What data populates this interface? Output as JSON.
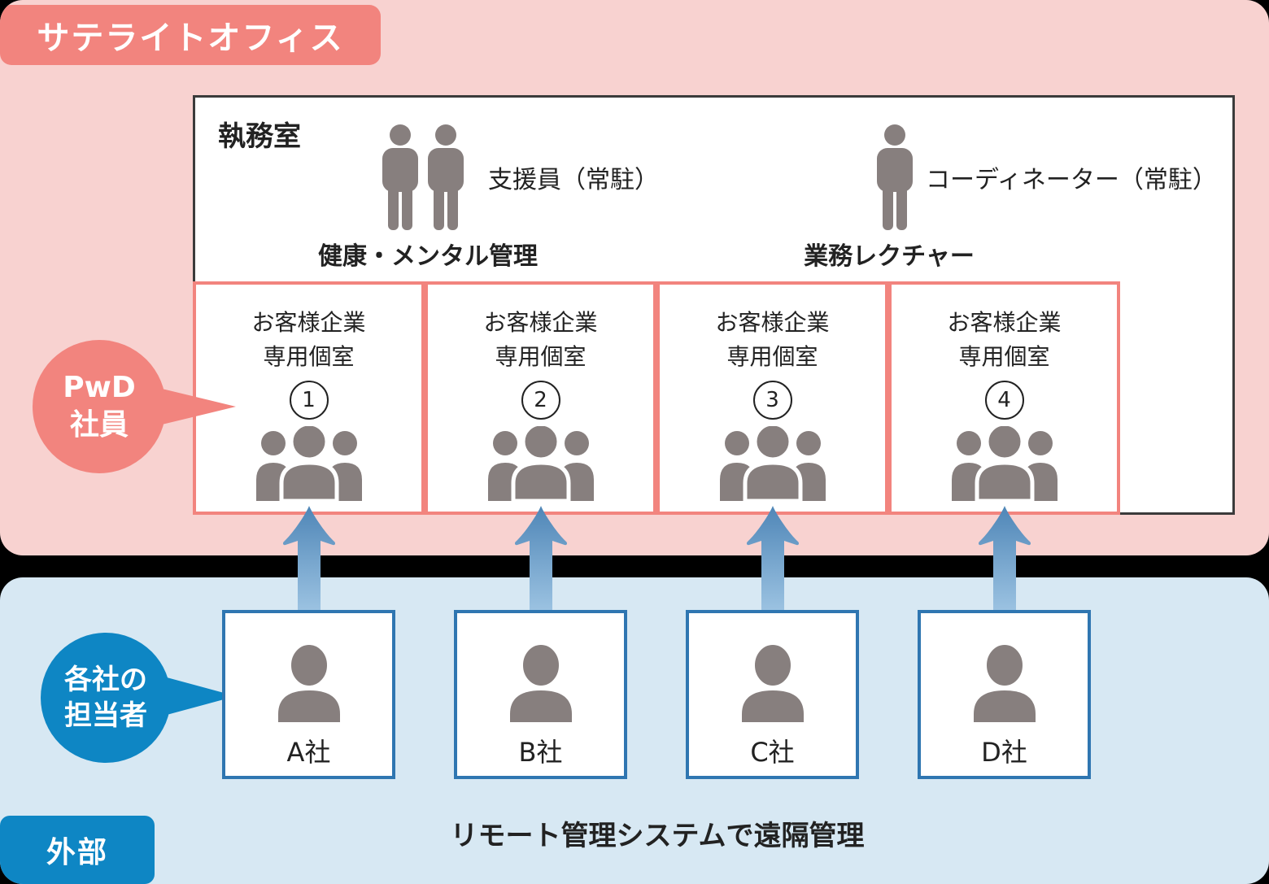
{
  "colors": {
    "page_bg": "#000000",
    "satellite_zone_bg": "#F8D2D0",
    "accent_pink": "#F2847E",
    "external_zone_bg": "#D7E8F3",
    "accent_blue": "#0E86C4",
    "company_border_blue": "#2F76B1",
    "arrow_gradient_top": "#4F86B7",
    "arrow_gradient_bottom": "#9CC3E2",
    "icon_gray": "#877F7E",
    "office_border": "#3B3B3B",
    "text": "#222222"
  },
  "satellite": {
    "badge_label": "サテライトオフィス",
    "office": {
      "title": "執務室",
      "support_label": "支援員（常駐）",
      "support_caption": "健康・メンタル管理",
      "coordinator_label": "コーディネーター（常駐）",
      "coordinator_caption": "業務レクチャー"
    },
    "rooms": [
      {
        "line1": "お客様企業",
        "line2": "専用個室",
        "number": "1"
      },
      {
        "line1": "お客様企業",
        "line2": "専用個室",
        "number": "2"
      },
      {
        "line1": "お客様企業",
        "line2": "専用個室",
        "number": "3"
      },
      {
        "line1": "お客様企業",
        "line2": "専用個室",
        "number": "4"
      }
    ],
    "pwd_bubble": {
      "line1": "PwD",
      "line2": "社員"
    }
  },
  "external": {
    "badge_label": "外部",
    "staff_bubble": {
      "line1": "各社の",
      "line2": "担当者"
    },
    "companies": [
      {
        "label": "A社"
      },
      {
        "label": "B社"
      },
      {
        "label": "C社"
      },
      {
        "label": "D社"
      }
    ],
    "footer": "リモート管理システムで遠隔管理"
  }
}
